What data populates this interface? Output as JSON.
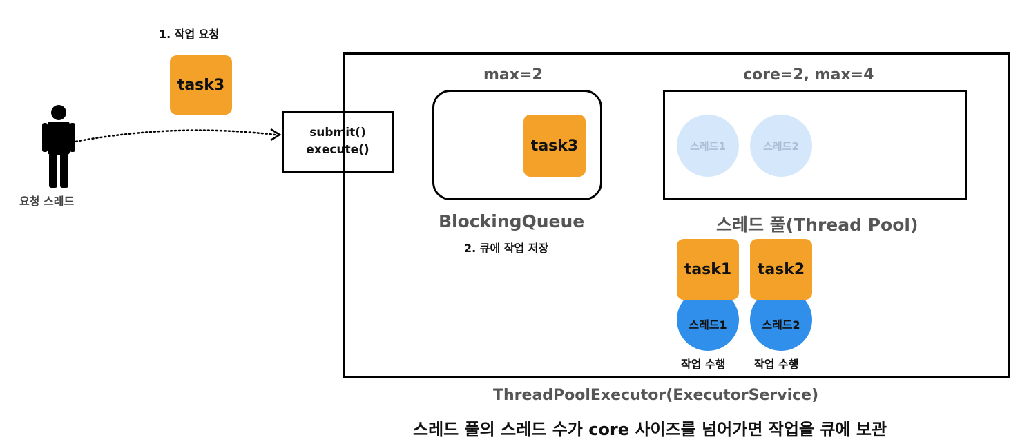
{
  "request": {
    "step1_label": "1. 작업 요청",
    "task": "task3",
    "requester_label": "요청 스레드"
  },
  "submit_box": {
    "line1": "submit()",
    "line2": "execute()"
  },
  "queue": {
    "capacity_label": "max=2",
    "task": "task3",
    "name": "BlockingQueue",
    "step2_label": "2. 큐에 작업 저장"
  },
  "pool": {
    "size_label": "core=2, max=4",
    "idle_threads": [
      "스레드1",
      "스레드2"
    ],
    "name": "스레드 풀(Thread Pool)",
    "workers": [
      {
        "task": "task1",
        "thread": "스레드1",
        "status": "작업 수행"
      },
      {
        "task": "task2",
        "thread": "스레드2",
        "status": "작업 수행"
      }
    ]
  },
  "executor_label": "ThreadPoolExecutor(ExecutorService)",
  "caption": "스레드 풀의 스레드 수가 core 사이즈를 넘어가면 작업을 큐에 보관",
  "colors": {
    "task": "#f4a129",
    "thread_active": "#2f8fea",
    "thread_idle": "#d5e7fb"
  }
}
